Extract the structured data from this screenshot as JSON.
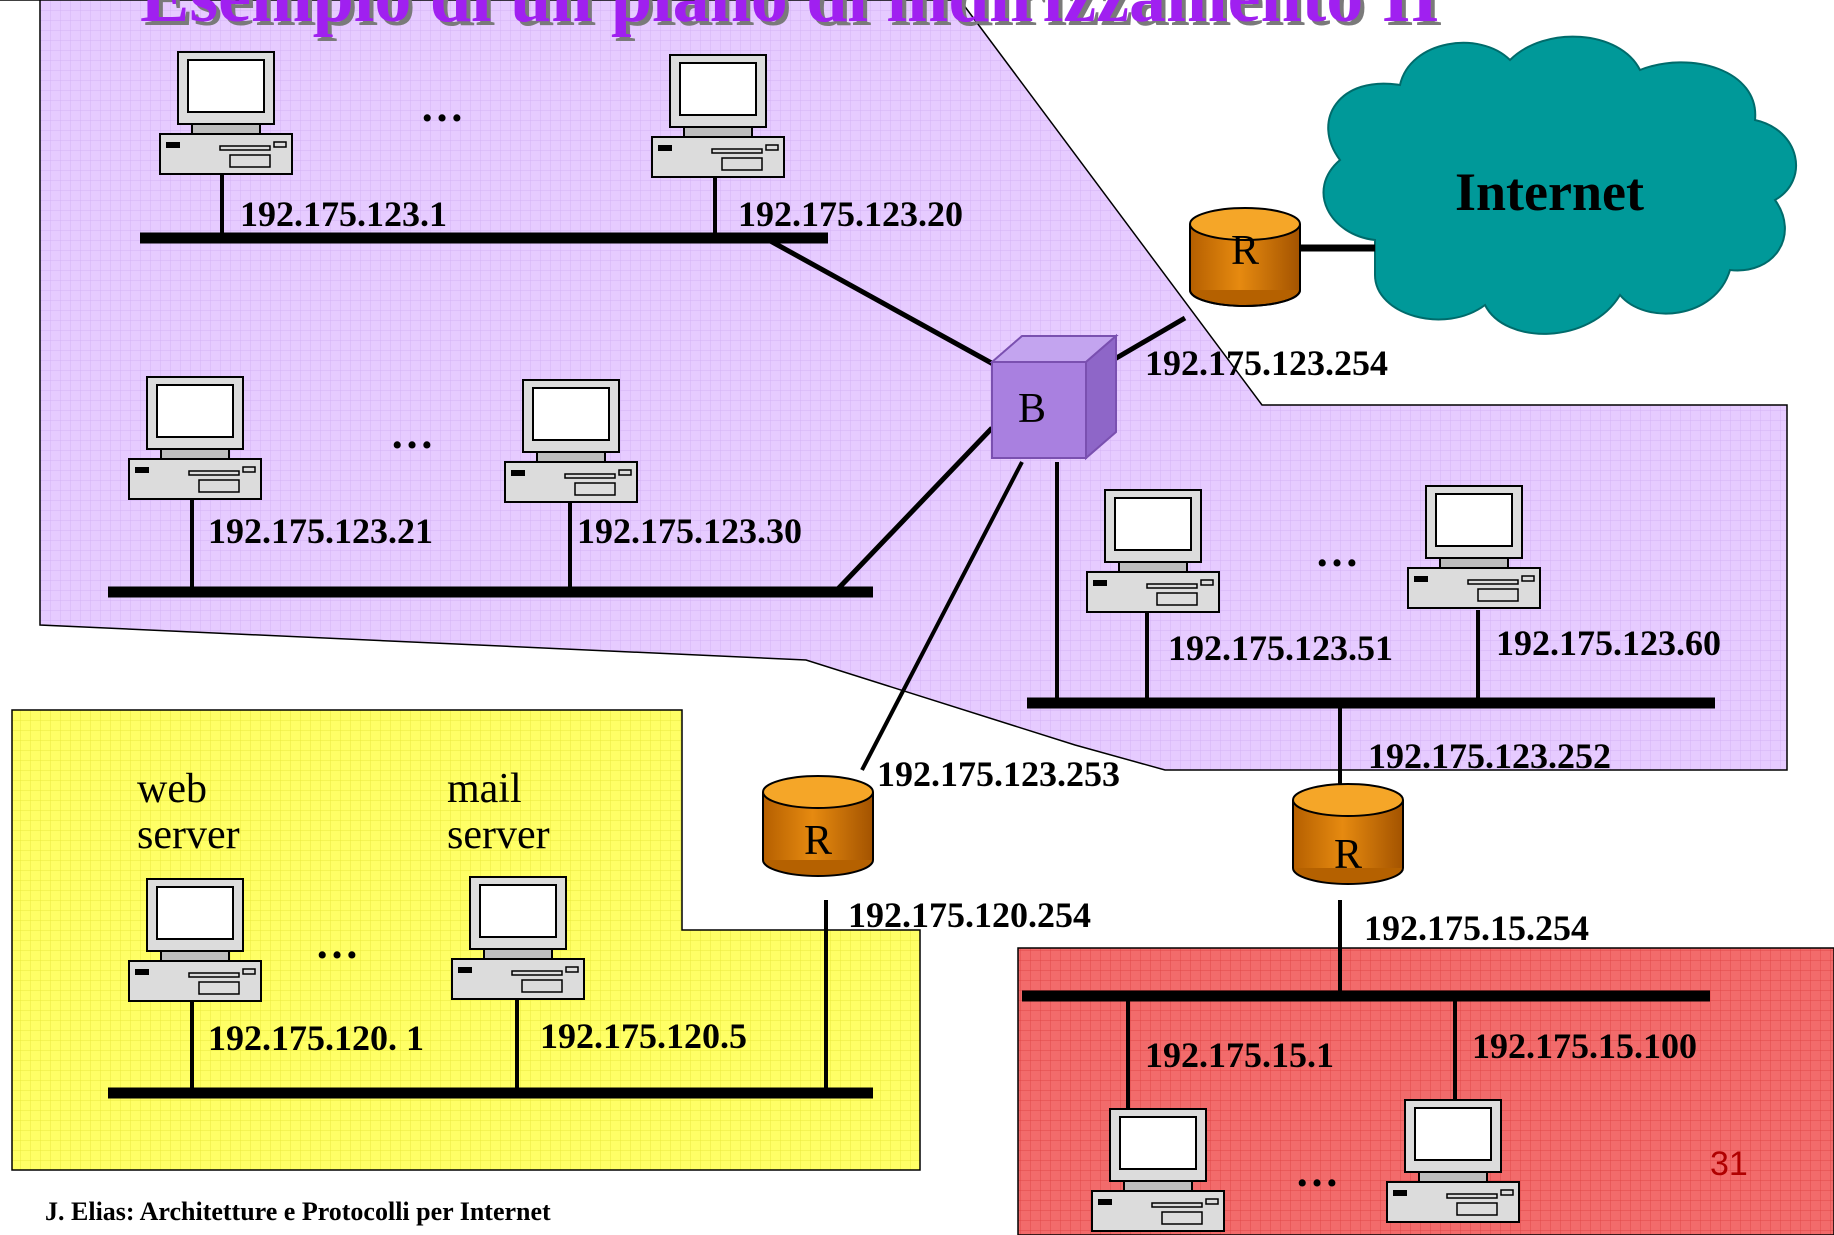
{
  "title": "Esempio di un piano di indirizzamento II",
  "cloud_label": "Internet",
  "devices": {
    "router_label": "R",
    "bridge_label": "B"
  },
  "servers": {
    "web": "web\nserver",
    "mail": "mail\nserver"
  },
  "ellipsis": "…",
  "addresses": {
    "h1": "192.175.123.1",
    "h20": "192.175.123.20",
    "h21": "192.175.123.21",
    "h30": "192.175.123.30",
    "h51": "192.175.123.51",
    "h60": "192.175.123.60",
    "r_internet": "192.175.123.254",
    "r_left": "192.175.123.253",
    "r_right": "192.175.123.252",
    "r_left_lan": "192.175.120.254",
    "r_right_lan": "192.175.15.254",
    "web": "192.175.120. 1",
    "mail": "192.175.120.5",
    "s1": "192.175.15.1",
    "s100": "192.175.15.100"
  },
  "footer": "J. Elias: Architetture e Protocolli per Internet",
  "page_number": "31",
  "colors": {
    "purple_zone": "#e6cbff",
    "yellow_zone": "#ffff66",
    "red_zone": "#f26b6b",
    "cloud": "#009999",
    "router": "#d97a00",
    "bridge": "#a980e0",
    "title": "#a020f0"
  }
}
